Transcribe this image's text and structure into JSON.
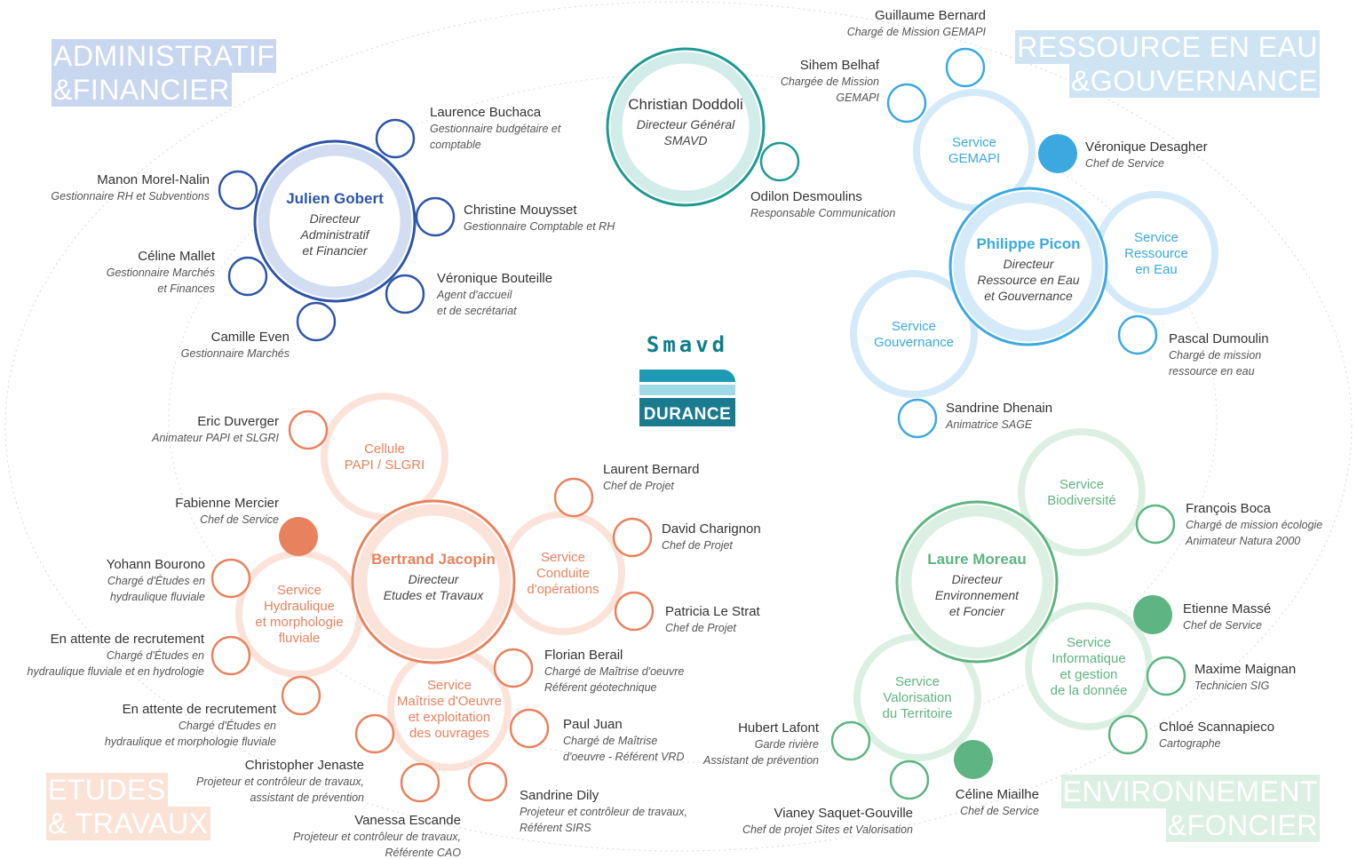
{
  "sections": {
    "admin": [
      "ADMINISTRATIF",
      "&FINANCIER"
    ],
    "water": [
      "RESSOURCE EN EAU",
      "&GOUVERNANCE"
    ],
    "works": [
      "ETUDES",
      "& TRAVAUX"
    ],
    "env": [
      "ENVIRONNEMENT",
      "&FONCIER"
    ]
  },
  "logo": {
    "word": "Smavd",
    "sub": "DURANCE"
  },
  "colors": {
    "admin": "#2e55a8",
    "admin_light": "#d3ddf2",
    "water": "#3ba9e0",
    "water_light": "#d4eaf8",
    "works": "#e8825e",
    "works_light": "#fbe3d9",
    "env": "#5fb483",
    "env_light": "#dcefe3",
    "teal": "#1d9a92",
    "teal_light": "#d2ecea",
    "text": "#3a3a3a"
  },
  "hubs": [
    {
      "id": "dg",
      "color": "teal",
      "name": "Christian Doddoli",
      "role": [
        "Directeur Général",
        "SMAVD"
      ]
    },
    {
      "id": "admin",
      "color": "admin",
      "name": "Julien Gobert",
      "role": [
        "Directeur",
        "Administratif",
        "et Financier"
      ]
    },
    {
      "id": "water",
      "color": "water",
      "name": "Philippe Picon",
      "role": [
        "Directeur",
        "Ressource en Eau",
        "et Gouvernance"
      ]
    },
    {
      "id": "works",
      "color": "works",
      "name": "Bertrand Jacopin",
      "role": [
        "Directeur",
        "Etudes et Travaux"
      ]
    },
    {
      "id": "env",
      "color": "env",
      "name": "Laure Moreau",
      "role": [
        "Directeur",
        "Environnement",
        "et Foncier"
      ]
    }
  ],
  "services": [
    {
      "id": "gemapi",
      "color": "water",
      "label": [
        "Service",
        "GEMAPI"
      ]
    },
    {
      "id": "ressource",
      "color": "water",
      "label": [
        "Service",
        "Ressource",
        "en Eau"
      ]
    },
    {
      "id": "gouvernance",
      "color": "water",
      "label": [
        "Service",
        "Gouvernance"
      ]
    },
    {
      "id": "papi",
      "color": "works",
      "label": [
        "Cellule",
        "PAPI / SLGRI"
      ]
    },
    {
      "id": "conduite",
      "color": "works",
      "label": [
        "Service",
        "Conduite",
        "d'opérations"
      ]
    },
    {
      "id": "hydraulique",
      "color": "works",
      "label": [
        "Service",
        "Hydraulique",
        "et morphologie",
        "fluviale"
      ]
    },
    {
      "id": "moe",
      "color": "works",
      "label": [
        "Service",
        "Maîtrise d'Oeuvre",
        "et exploitation",
        "des ouvrages"
      ]
    },
    {
      "id": "biodiversite",
      "color": "env",
      "label": [
        "Service",
        "Biodiversité"
      ]
    },
    {
      "id": "valorisation",
      "color": "env",
      "label": [
        "Service",
        "Valorisation",
        "du Territoire"
      ]
    },
    {
      "id": "informatique",
      "color": "env",
      "label": [
        "Service",
        "Informatique",
        "et gestion",
        "de la donnée"
      ]
    }
  ],
  "people": [
    {
      "id": "guillaume",
      "color": "water",
      "name": "Guillaume Bernard",
      "role": [
        "Chargé de Mission GEMAPI"
      ]
    },
    {
      "id": "sihem",
      "color": "water",
      "name": "Sihem Belhaf",
      "role": [
        "Chargée de Mission",
        "GEMAPI"
      ]
    },
    {
      "id": "veronique-d",
      "color": "water",
      "name": "Véronique Desagher",
      "role": [
        "Chef de Service"
      ]
    },
    {
      "id": "pascal",
      "color": "water",
      "name": "Pascal Dumoulin",
      "role": [
        "Chargé de mission",
        "ressource en eau"
      ]
    },
    {
      "id": "sandrine-dh",
      "color": "water",
      "name": "Sandrine Dhenain",
      "role": [
        "Animatrice SAGE"
      ]
    },
    {
      "id": "odilon",
      "color": "teal",
      "name": "Odilon Desmoulins",
      "role": [
        "Responsable Communication"
      ]
    },
    {
      "id": "laurence",
      "color": "admin",
      "name": "Laurence Buchaca",
      "role": [
        "Gestionnaire budgétaire et",
        "comptable"
      ]
    },
    {
      "id": "manon",
      "color": "admin",
      "name": "Manon Morel-Nalin",
      "role": [
        "Gestionnaire RH et Subventions"
      ]
    },
    {
      "id": "christine",
      "color": "admin",
      "name": "Christine Mouysset",
      "role": [
        "Gestionnaire Comptable et RH"
      ]
    },
    {
      "id": "celine-m",
      "color": "admin",
      "name": "Céline Mallet",
      "role": [
        "Gestionnaire Marchés",
        "et Finances"
      ]
    },
    {
      "id": "veronique-b",
      "color": "admin",
      "name": "Véronique Bouteille",
      "role": [
        "Agent d'accueil",
        "et de secrétariat"
      ]
    },
    {
      "id": "camille",
      "color": "admin",
      "name": "Camille Even",
      "role": [
        "Gestionnaire Marchés"
      ]
    },
    {
      "id": "eric",
      "color": "works",
      "name": "Eric Duverger",
      "role": [
        "Animateur PAPI et SLGRI"
      ]
    },
    {
      "id": "laurent",
      "color": "works",
      "name": "Laurent Bernard",
      "role": [
        "Chef de Projet"
      ]
    },
    {
      "id": "fabienne",
      "color": "works",
      "name": "Fabienne Mercier",
      "role": [
        "Chef de Service"
      ]
    },
    {
      "id": "david",
      "color": "works",
      "name": "David Charignon",
      "role": [
        "Chef de Projet"
      ]
    },
    {
      "id": "yohann",
      "color": "works",
      "name": "Yohann Bourono",
      "role": [
        "Chargé d'Études en",
        "hydraulique fluviale"
      ]
    },
    {
      "id": "patricia",
      "color": "works",
      "name": "Patricia Le Strat",
      "role": [
        "Chef de Projet"
      ]
    },
    {
      "id": "attente1",
      "color": "works",
      "name": "En attente de recrutement",
      "role": [
        "Chargé d'Études en",
        "hydraulique fluviale et en hydrologie"
      ]
    },
    {
      "id": "florian",
      "color": "works",
      "name": "Florian Berail",
      "role": [
        "Chargé de Maîtrise d'oeuvre",
        "Référent géotechnique"
      ]
    },
    {
      "id": "attente2",
      "color": "works",
      "name": "En attente de recrutement",
      "role": [
        "Chargé d'Études en",
        "hydraulique et morphologie fluviale"
      ]
    },
    {
      "id": "paul",
      "color": "works",
      "name": "Paul Juan",
      "role": [
        "Chargé de Maîtrise",
        "d'oeuvre - Référent VRD"
      ]
    },
    {
      "id": "christopher",
      "color": "works",
      "name": "Christopher Jenaste",
      "role": [
        "Projeteur et contrôleur de travaux,",
        "assistant de prévention"
      ]
    },
    {
      "id": "sandrine-di",
      "color": "works",
      "name": "Sandrine Dily",
      "role": [
        "Projeteur et contrôleur de travaux,",
        "Référent SIRS"
      ]
    },
    {
      "id": "vanessa",
      "color": "works",
      "name": "Vanessa Escande",
      "role": [
        "Projeteur et contrôleur de travaux,",
        "Référente CAO"
      ]
    },
    {
      "id": "francois",
      "color": "env",
      "name": "François Boca",
      "role": [
        "Chargé de mission écologie",
        "Animateur Natura 2000"
      ]
    },
    {
      "id": "etienne",
      "color": "env",
      "name": "Etienne Massé",
      "role": [
        "Chef de Service"
      ]
    },
    {
      "id": "maxime",
      "color": "env",
      "name": "Maxime Maignan",
      "role": [
        "Technicien SIG"
      ]
    },
    {
      "id": "chloe",
      "color": "env",
      "name": "Chloé Scannapieco",
      "role": [
        "Cartographe"
      ]
    },
    {
      "id": "hubert",
      "color": "env",
      "name": "Hubert Lafont",
      "role": [
        "Garde rivière",
        "Assistant de prévention"
      ]
    },
    {
      "id": "celine-mi",
      "color": "env",
      "name": "Céline Miailhe",
      "role": [
        "Chef de Service"
      ]
    },
    {
      "id": "vianey",
      "color": "env",
      "name": "Vianey Saquet-Gouville",
      "role": [
        "Chef de projet Sites et Valorisation"
      ]
    }
  ]
}
